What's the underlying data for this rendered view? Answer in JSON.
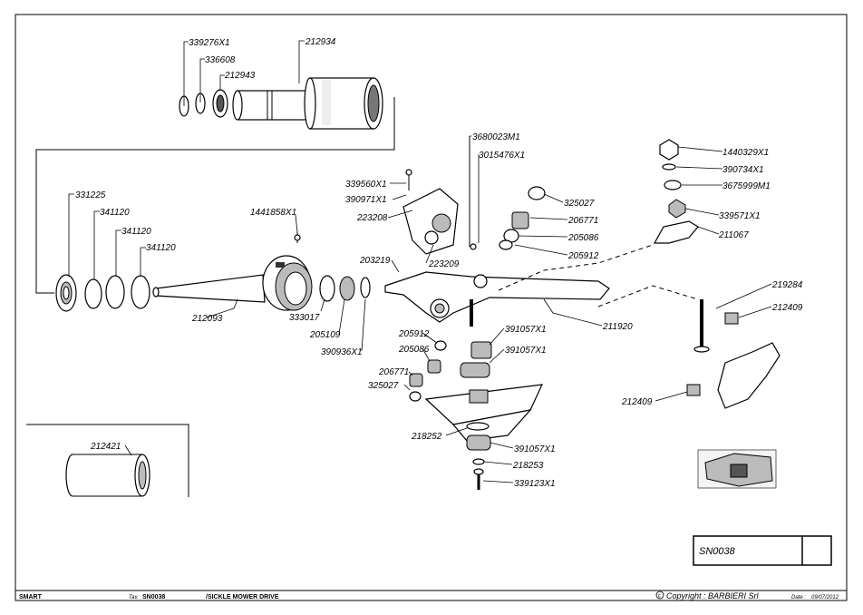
{
  "diagram": {
    "reference_code": "SN0038",
    "labels": [
      {
        "id": "l1",
        "text": "339276X1"
      },
      {
        "id": "l2",
        "text": "336608"
      },
      {
        "id": "l3",
        "text": "212943"
      },
      {
        "id": "l4",
        "text": "212934"
      },
      {
        "id": "l5",
        "text": "331225"
      },
      {
        "id": "l6",
        "text": "341120"
      },
      {
        "id": "l7",
        "text": "341120"
      },
      {
        "id": "l8",
        "text": "341120"
      },
      {
        "id": "l9",
        "text": "212093"
      },
      {
        "id": "l10",
        "text": "1441858X1"
      },
      {
        "id": "l11",
        "text": "333017"
      },
      {
        "id": "l12",
        "text": "205109"
      },
      {
        "id": "l13",
        "text": "390936X1"
      },
      {
        "id": "l14",
        "text": "339560X1"
      },
      {
        "id": "l15",
        "text": "390971X1"
      },
      {
        "id": "l16",
        "text": "223208"
      },
      {
        "id": "l17",
        "text": "203219"
      },
      {
        "id": "l18",
        "text": "223209"
      },
      {
        "id": "l19",
        "text": "3680023M1"
      },
      {
        "id": "l20",
        "text": "3015476X1"
      },
      {
        "id": "l21",
        "text": "325027"
      },
      {
        "id": "l22",
        "text": "206771"
      },
      {
        "id": "l23",
        "text": "205086"
      },
      {
        "id": "l24",
        "text": "205912"
      },
      {
        "id": "l25",
        "text": "1440329X1"
      },
      {
        "id": "l26",
        "text": "390734X1"
      },
      {
        "id": "l27",
        "text": "3675999M1"
      },
      {
        "id": "l28",
        "text": "339571X1"
      },
      {
        "id": "l29",
        "text": "211067"
      },
      {
        "id": "l30",
        "text": "219284"
      },
      {
        "id": "l31",
        "text": "212409"
      },
      {
        "id": "l32",
        "text": "211920"
      },
      {
        "id": "l33",
        "text": "391057X1"
      },
      {
        "id": "l34",
        "text": "391057X1"
      },
      {
        "id": "l35",
        "text": "205912"
      },
      {
        "id": "l36",
        "text": "205086"
      },
      {
        "id": "l37",
        "text": "206771"
      },
      {
        "id": "l38",
        "text": "325027"
      },
      {
        "id": "l39",
        "text": "212409"
      },
      {
        "id": "l40",
        "text": "218252"
      },
      {
        "id": "l41",
        "text": "391057X1"
      },
      {
        "id": "l42",
        "text": "218253"
      },
      {
        "id": "l43",
        "text": "339123X1"
      },
      {
        "id": "l44",
        "text": "212421"
      }
    ]
  },
  "footer": {
    "brand": "SMART",
    "tav_prefix": "Tav.",
    "tav_code": "SN0038",
    "title": "/SICKLE MOWER DRIVE",
    "copyright": "Copyright : BARBIERI Srl",
    "date_label": "Date :",
    "date_value": "09/07/2012"
  }
}
